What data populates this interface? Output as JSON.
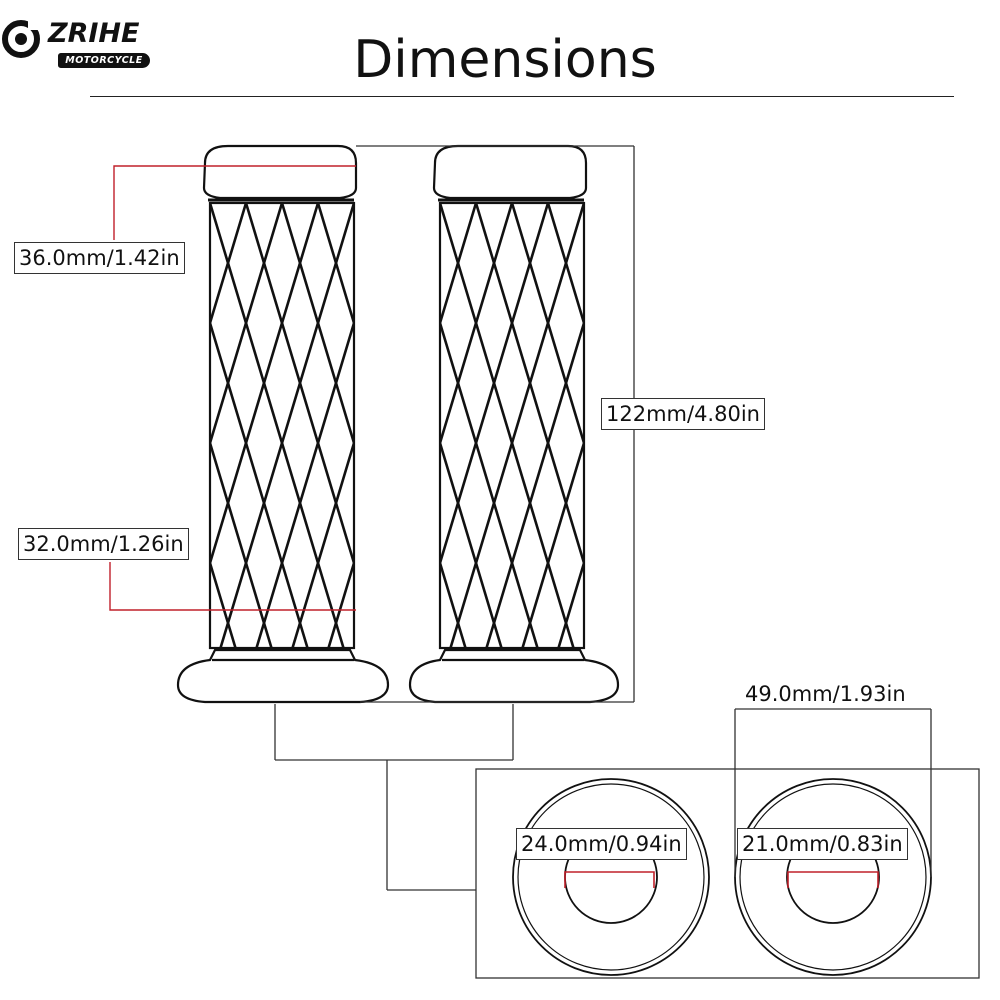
{
  "brand": {
    "name": "ZRIHE",
    "tagline": "MOTORCYCLE",
    "logo_icon": "ring-dot-logo-icon"
  },
  "title": "Dimensions",
  "dimensions": {
    "outer_diameter": "36.0mm/1.42in",
    "inner_grip_diameter": "32.0mm/1.26in",
    "length": "122mm/4.80in",
    "flange_diameter": "49.0mm/1.93in",
    "bore_left": "24.0mm/0.94in",
    "bore_right": "21.0mm/0.83in"
  },
  "colors": {
    "line": "#111111",
    "leader": "#333333",
    "accent_red": "#c0202a"
  }
}
